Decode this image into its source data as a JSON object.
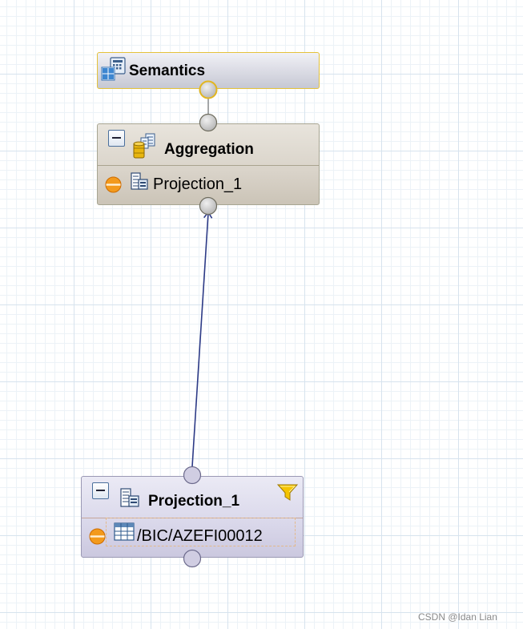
{
  "semantics": {
    "title": "Semantics"
  },
  "aggregation": {
    "title": "Aggregation",
    "inputs": [
      {
        "label": "Projection_1"
      }
    ]
  },
  "projection": {
    "title": "Projection_1",
    "inputs": [
      {
        "label": "/BIC/AZEFI00012"
      }
    ]
  },
  "watermark": "CSDN @Idan Lian",
  "colors": {
    "edge": "#2c3a86",
    "port_fill": "#c9c9c9",
    "semantics_border": "#e4c23a",
    "input_marker": "#f08a0a"
  },
  "icons": {
    "semantics": "semantics-icon",
    "aggregation": "aggregation-icon",
    "projection": "projection-icon",
    "filter": "filter-icon",
    "table": "table-icon",
    "input_marker": "input-marker-icon"
  }
}
